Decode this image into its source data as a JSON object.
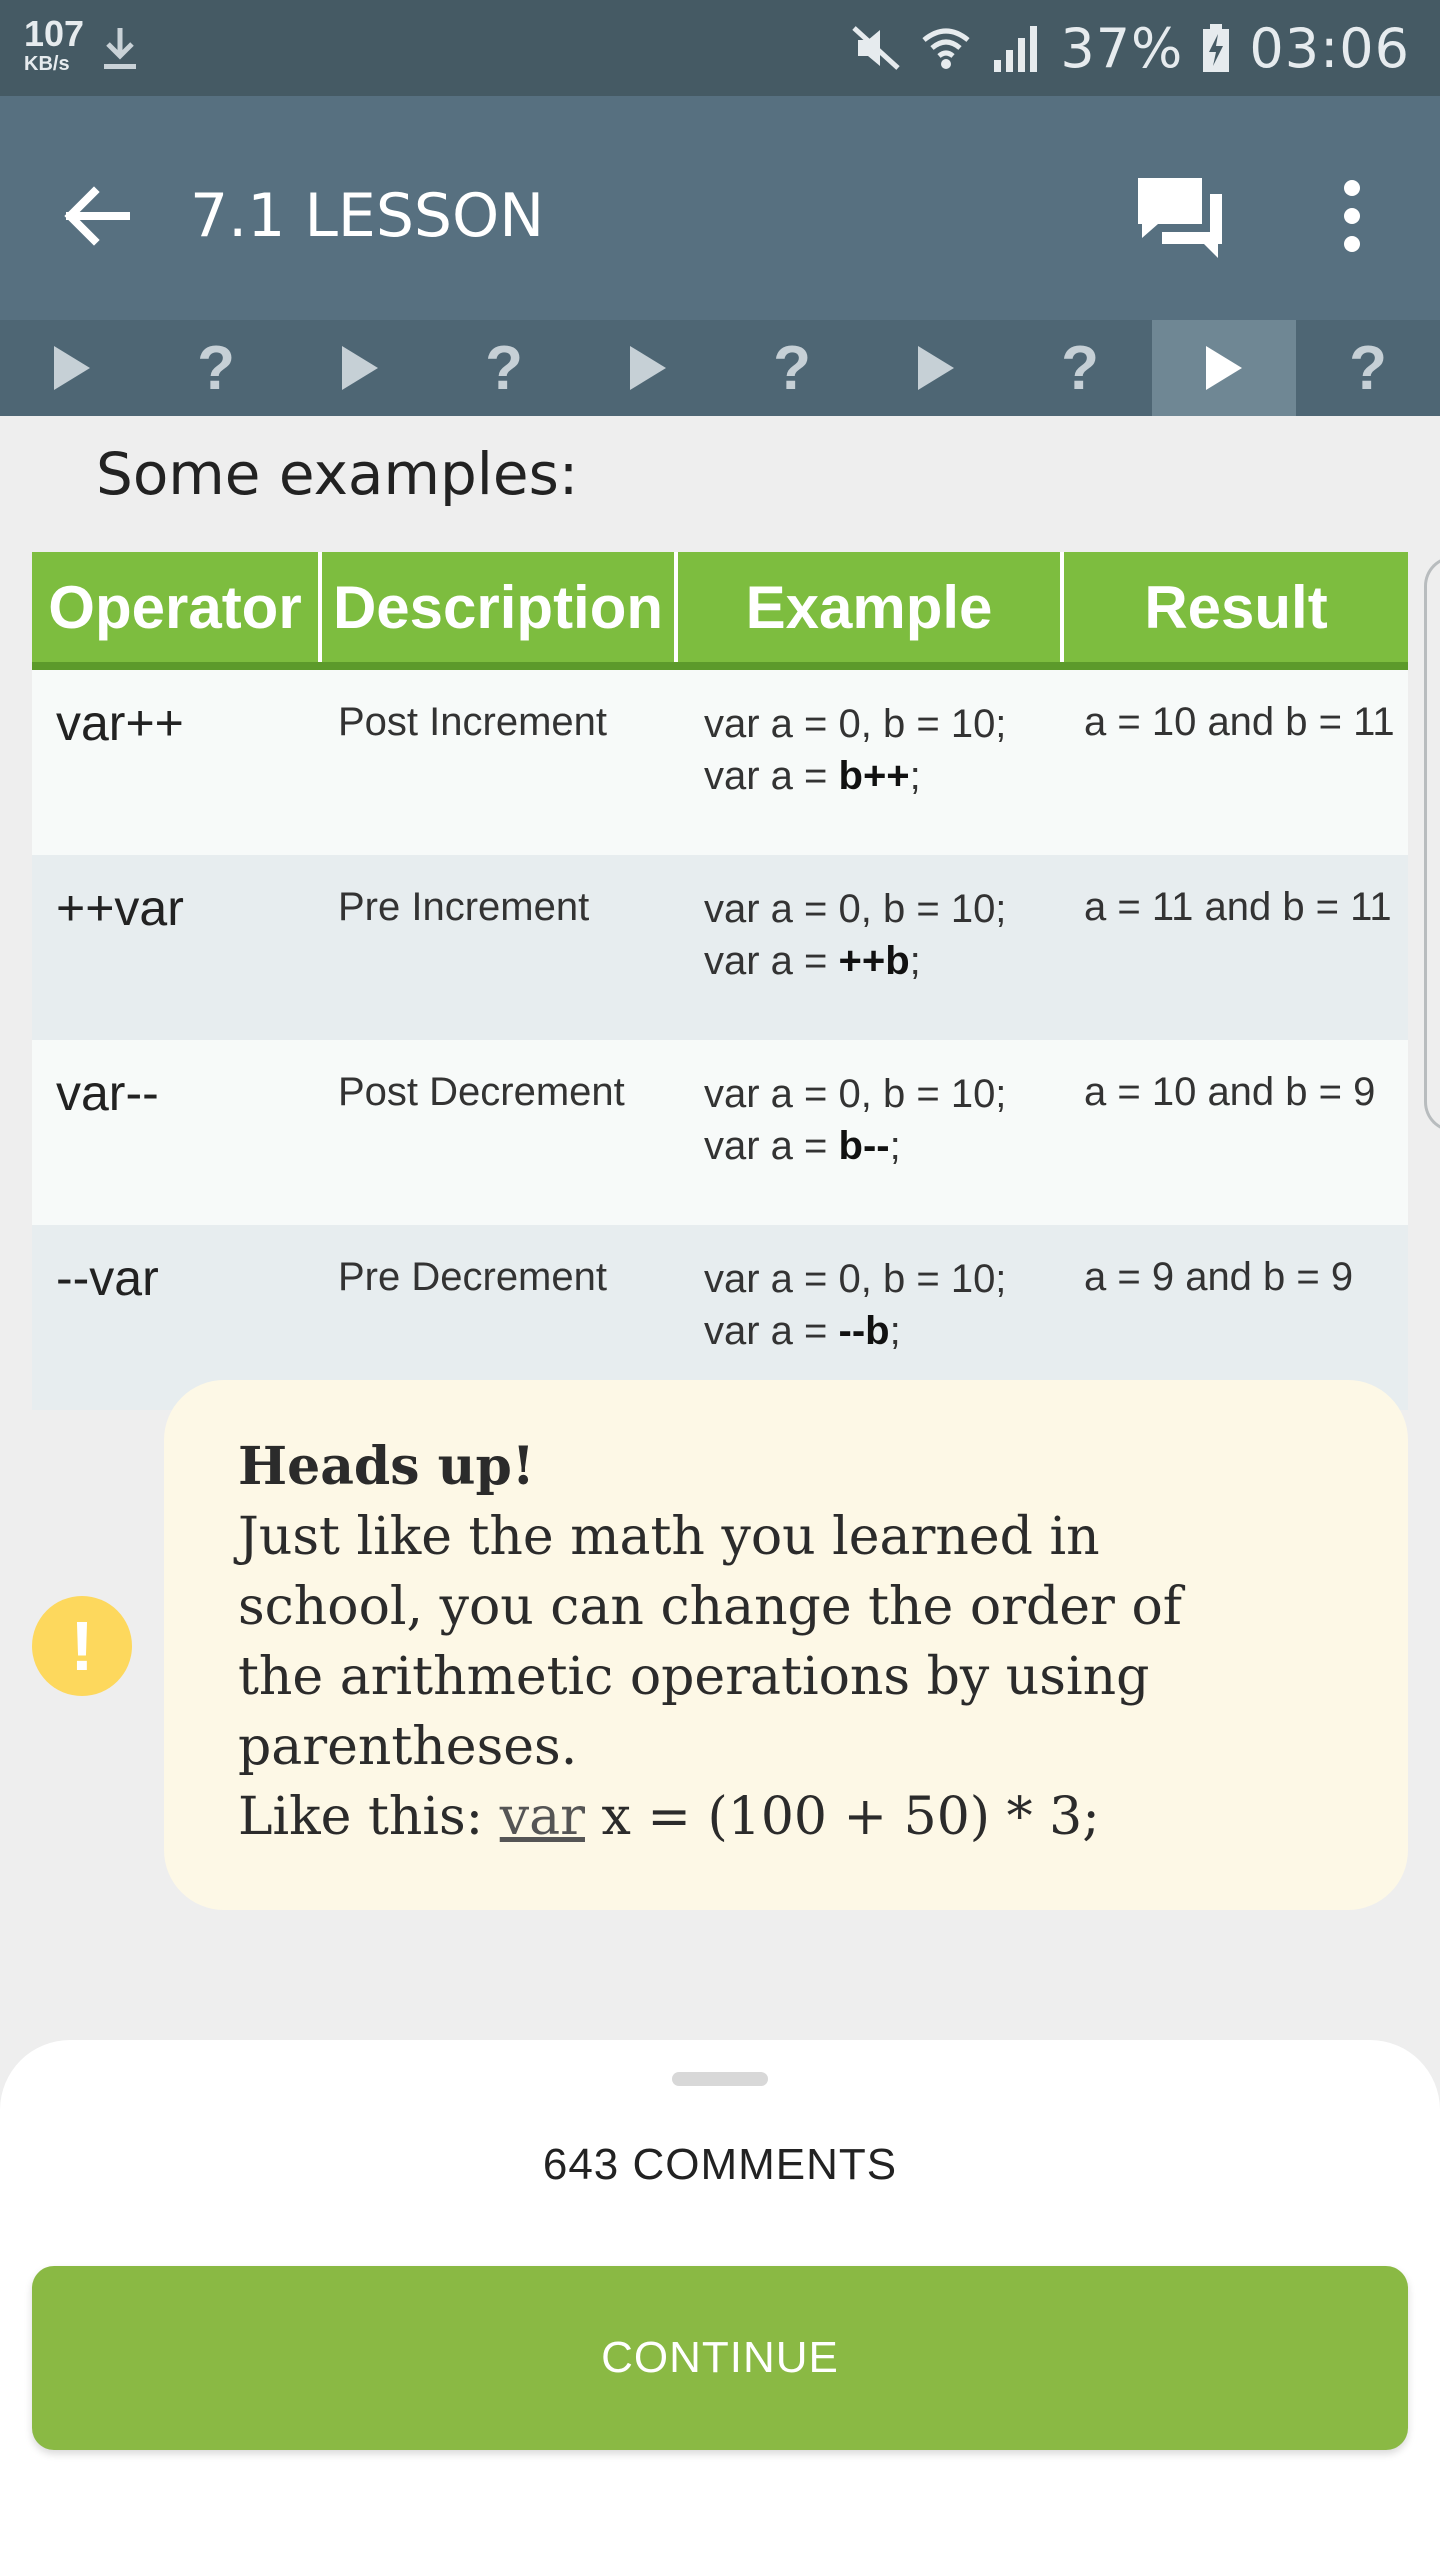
{
  "status_bar": {
    "speed_value": "107",
    "speed_unit": "KB/s",
    "battery": "37%",
    "time": "03:06"
  },
  "app_bar": {
    "title": "7.1 LESSON"
  },
  "tabs": [
    {
      "icon": "play-icon",
      "label": ""
    },
    {
      "icon": "question-icon",
      "label": "?"
    },
    {
      "icon": "play-icon",
      "label": ""
    },
    {
      "icon": "question-icon",
      "label": "?"
    },
    {
      "icon": "play-icon",
      "label": ""
    },
    {
      "icon": "question-icon",
      "label": "?"
    },
    {
      "icon": "play-icon",
      "label": ""
    },
    {
      "icon": "question-icon",
      "label": "?"
    },
    {
      "icon": "play-icon",
      "label": "",
      "active": true
    },
    {
      "icon": "question-icon",
      "label": "?"
    }
  ],
  "content": {
    "section_title": "Some examples:",
    "table": {
      "headers": [
        "Operator",
        "Description",
        "Example",
        "Result"
      ],
      "rows": [
        {
          "operator": "var++",
          "description": "Post Increment",
          "example_line1": "var a = 0, b = 10;",
          "example_prefix": "var a = ",
          "example_code": "b++",
          "example_suffix": ";",
          "result": "a = 10 and b = 11"
        },
        {
          "operator": "++var",
          "description": "Pre Increment",
          "example_line1": "var a = 0, b = 10;",
          "example_prefix": "var a = ",
          "example_code": "++b",
          "example_suffix": ";",
          "result": "a = 11 and b = 11"
        },
        {
          "operator": "var--",
          "description": "Post Decrement",
          "example_line1": "var a = 0, b = 10;",
          "example_prefix": "var a = ",
          "example_code": "b--",
          "example_suffix": ";",
          "result": "a = 10 and b = 9"
        },
        {
          "operator": "--var",
          "description": "Pre Decrement",
          "example_line1": "var a = 0, b = 10;",
          "example_prefix": "var a = ",
          "example_code": "--b",
          "example_suffix": ";",
          "result": "a = 9 and b = 9"
        }
      ]
    },
    "note": {
      "icon_text": "!",
      "title": "Heads up!",
      "line1": "Just like the math you learned in",
      "line2": "school, you can change the order of",
      "line3": "the arithmetic operations by using",
      "line4": "parentheses.",
      "code_prefix": "Like this: ",
      "code_keyword": "var",
      "code_rest": " x = (100 + 50) * 3;"
    }
  },
  "bottom_sheet": {
    "comments_label": "643 COMMENTS",
    "continue_label": "CONTINUE"
  },
  "colors": {
    "status_bar": "#455a64",
    "app_bar": "#577080",
    "table_header": "#7dbd3f",
    "continue_button": "#8ab944",
    "note_background": "#fdf8e6",
    "note_icon": "#fdd85d"
  }
}
